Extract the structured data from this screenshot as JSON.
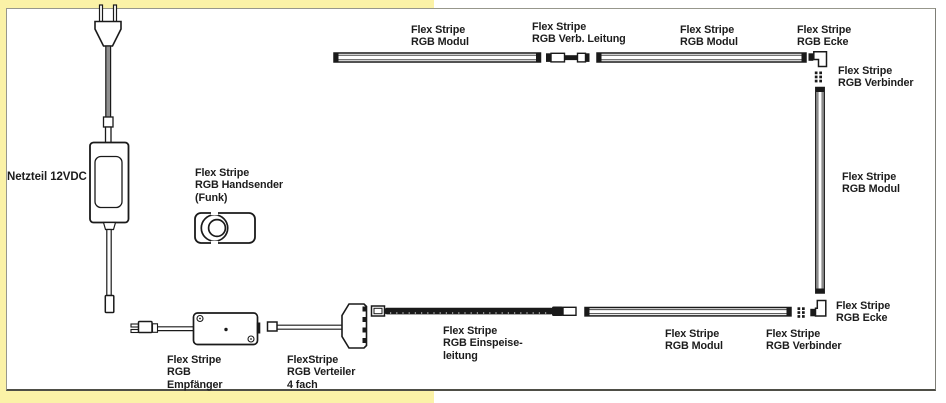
{
  "diagram": {
    "title_context": "Flex Stripe RGB system connection diagram",
    "colors": {
      "background_highlight": "#FBF2A7",
      "line": "#1a1a1a",
      "panel": "#ffffff"
    },
    "labels": {
      "netzteil": "Netzteil 12VDC",
      "handsender": "Flex Stripe\nRGB Handsender\n(Funk)",
      "modul_top_left": "Flex Stripe\nRGB Modul",
      "verb_leitung": "Flex Stripe\nRGB Verb. Leitung",
      "modul_top_right": "Flex Stripe\nRGB Modul",
      "ecke_top": "Flex Stripe\nRGB Ecke",
      "verbinder_top": "Flex Stripe\nRGB Verbinder",
      "modul_right": "Flex Stripe\nRGB Modul",
      "ecke_bottom": "Flex Stripe\nRGB Ecke",
      "verbinder_bottom": "Flex Stripe\nRGB Verbinder",
      "modul_bottom": "Flex Stripe\nRGB Modul",
      "einspeiseleitung": "Flex Stripe\nRGB Einspeise-\nleitung",
      "empfaenger": "Flex Stripe\nRGB\nEmpfänger",
      "verteiler": "FlexStripe\nRGB Verteiler\n4 fach"
    }
  }
}
